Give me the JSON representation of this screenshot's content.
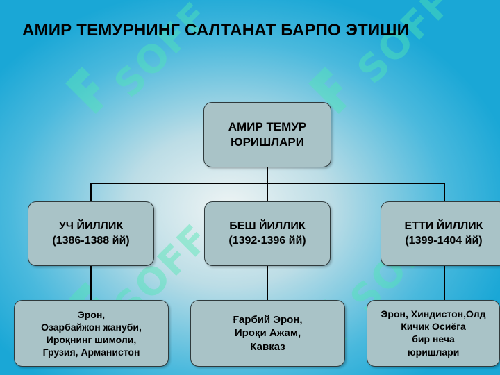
{
  "title": "АМИР ТЕМУРНИНГ САЛТАНАТ БАРПО ЭТИШИ",
  "watermark_text": "SOFF",
  "colors": {
    "box_fill": "#a9c3c7",
    "box_border": "#2f3a3c",
    "background_edge": "#1aa7d6",
    "watermark": "#50e6b4"
  },
  "root": {
    "lines": [
      "АМИР ТЕМУР",
      "ЮРИШЛАРИ"
    ]
  },
  "campaigns": [
    {
      "name": "УЧ ЙИЛЛИК",
      "years": "(1386-1388 йй)",
      "details": [
        "Эрон,",
        "Озарбайжон жануби,",
        "Ироқнинг шимоли,",
        "Грузия, Арманистон"
      ]
    },
    {
      "name": "БЕШ ЙИЛЛИК",
      "years": "(1392-1396 йй)",
      "details": [
        "Ғарбий Эрон,",
        "Ироқи Ажам,",
        "Кавказ"
      ]
    },
    {
      "name": "ЕТТИ ЙИЛЛИК",
      "years": "(1399-1404 йй)",
      "details": [
        "Эрон, Хиндистон,Олд",
        "Кичик Осиёга",
        "бир неча",
        "юришлари"
      ]
    }
  ]
}
